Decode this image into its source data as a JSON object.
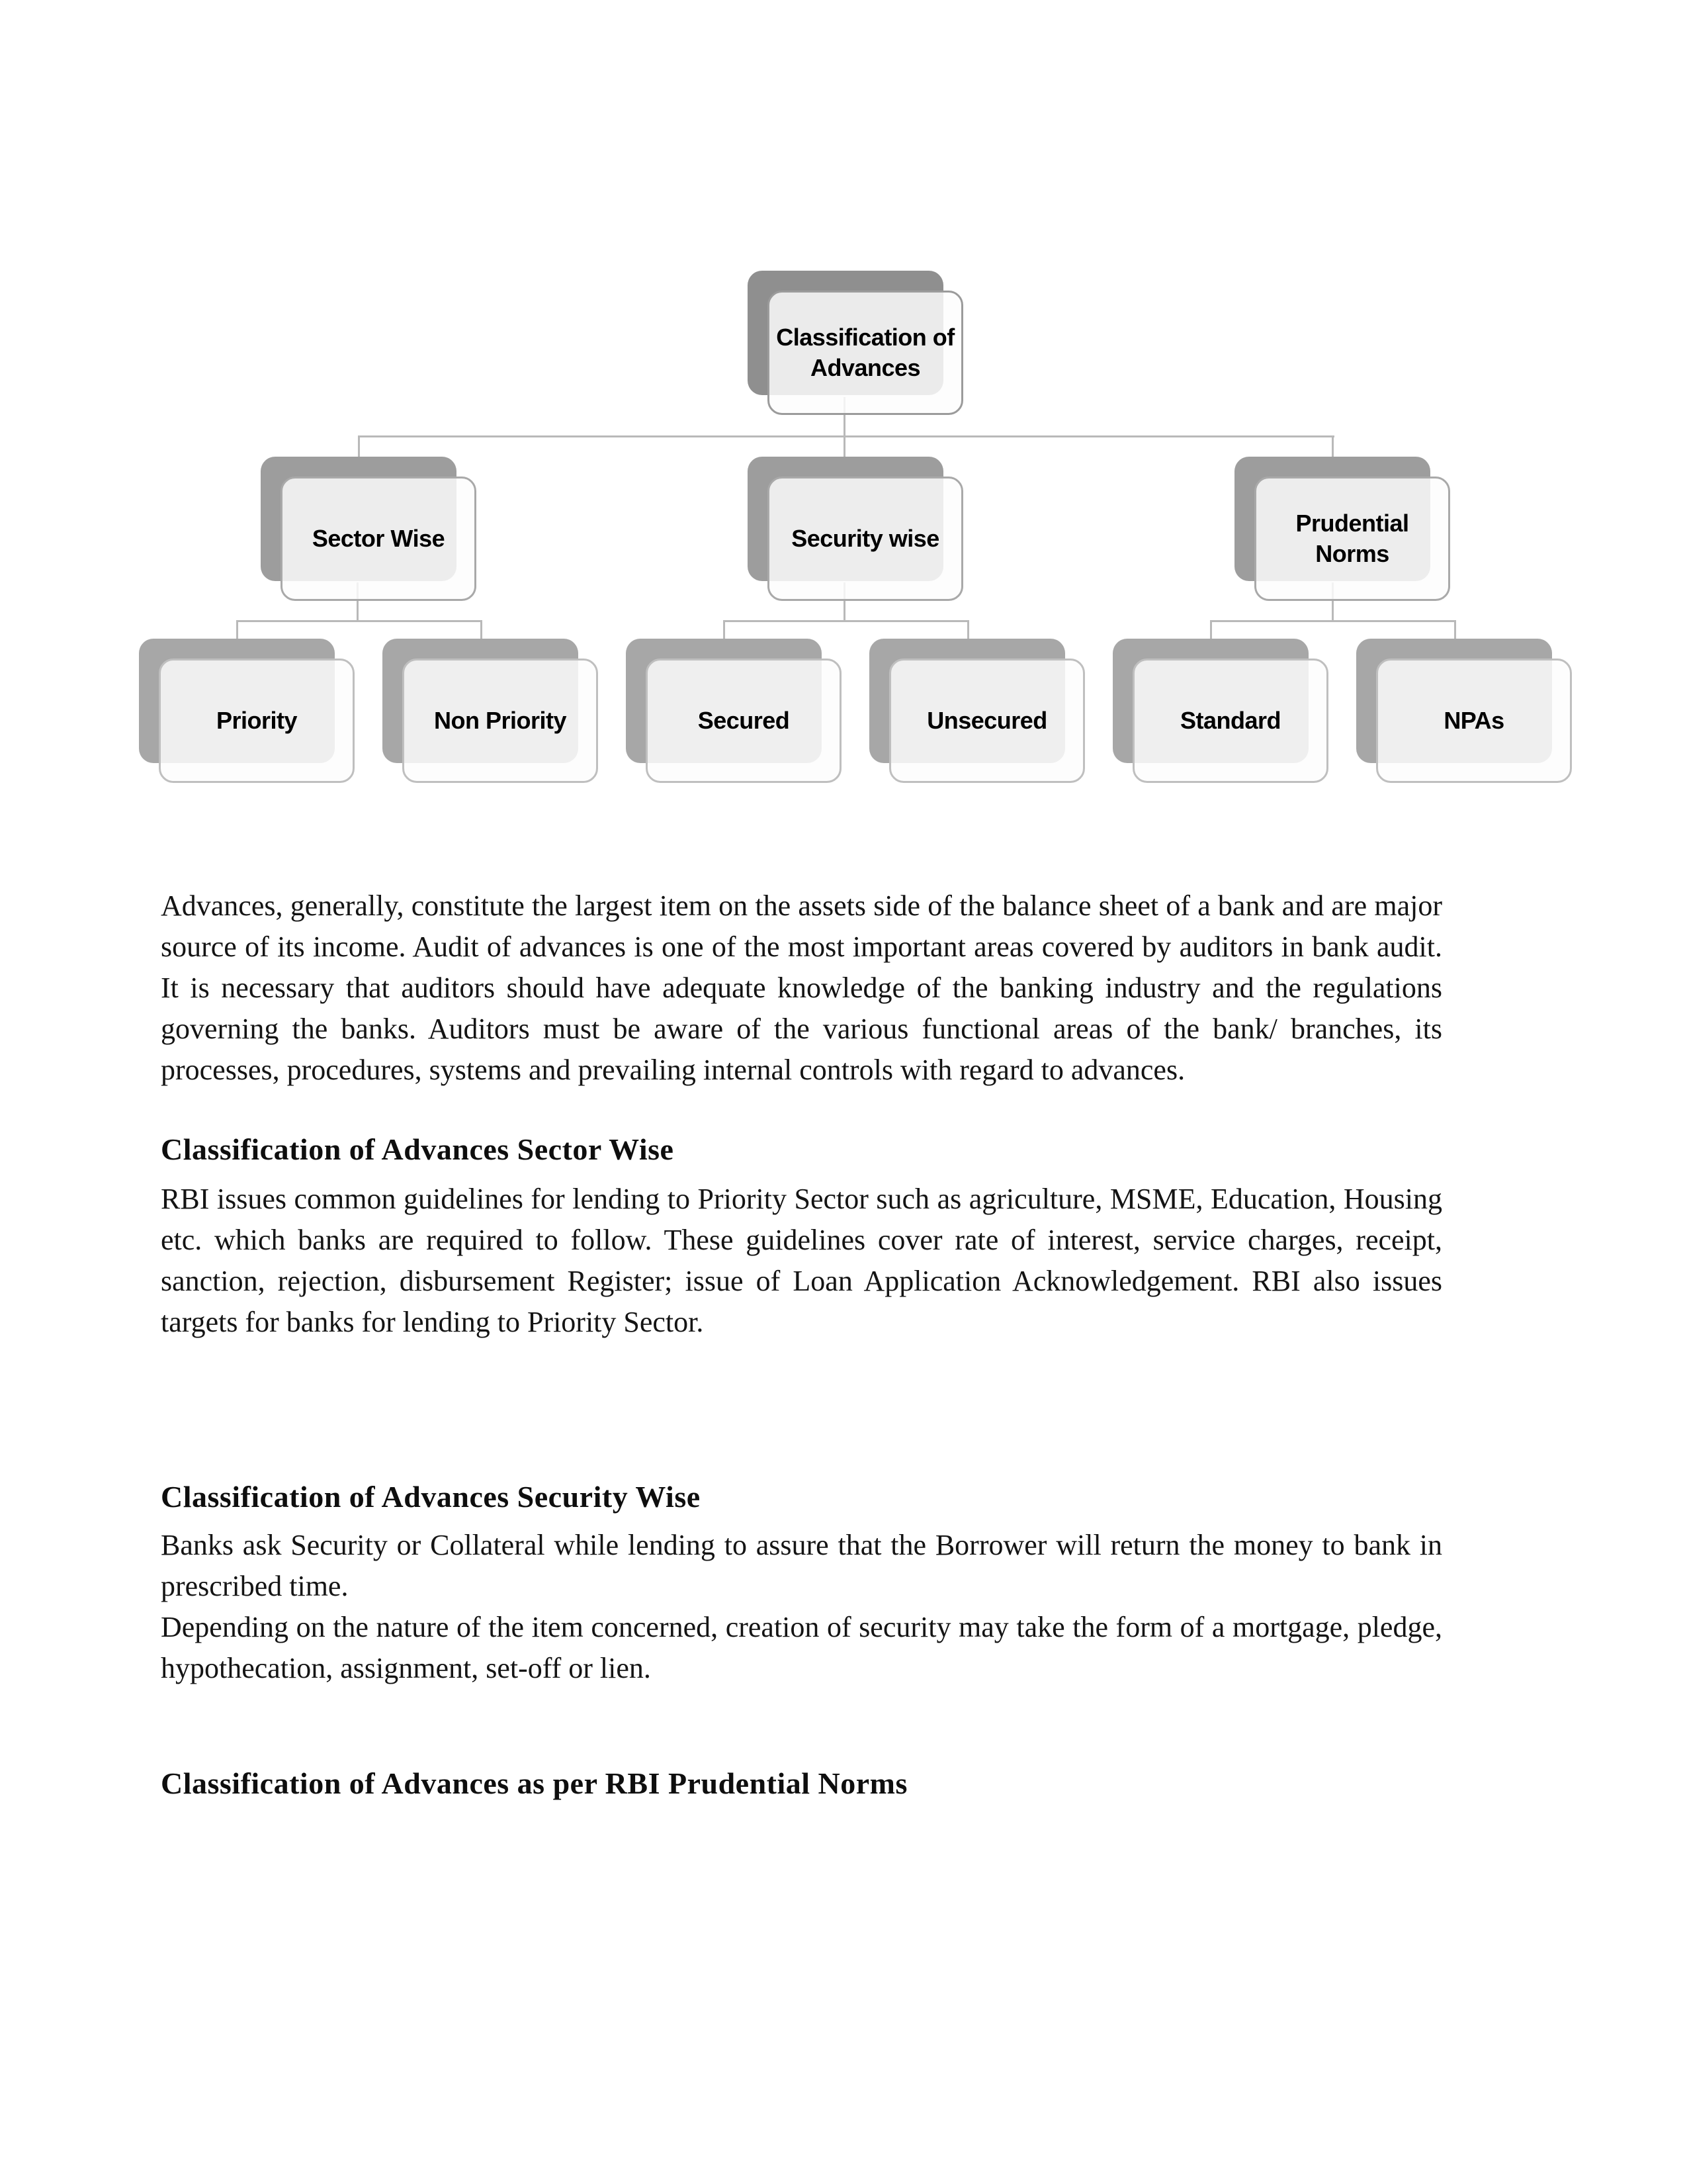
{
  "diagram": {
    "nodes": {
      "root": {
        "label": "Classification of Advances",
        "children": [
          "sector",
          "security",
          "prudential"
        ]
      },
      "sector": {
        "label": "Sector Wise",
        "children": [
          "priority",
          "non_priority"
        ]
      },
      "security": {
        "label": "Security wise",
        "children": [
          "secured",
          "unsecured"
        ]
      },
      "prudential": {
        "label": "Prudential Norms",
        "children": [
          "standard",
          "npas"
        ]
      },
      "priority": {
        "label": "Priority",
        "children": []
      },
      "non_priority": {
        "label": "Non Priority",
        "children": []
      },
      "secured": {
        "label": "Secured",
        "children": []
      },
      "unsecured": {
        "label": "Unsecured",
        "children": []
      },
      "standard": {
        "label": "Standard",
        "children": []
      },
      "npas": {
        "label": "NPAs",
        "children": []
      }
    },
    "colors": {
      "shadow_level1": "#8f8f8f",
      "shadow_level2": "#9d9d9d",
      "shadow_level3": "#a7a7a7",
      "connector": "#b9b9b9",
      "box_fill": "#f5f5f5",
      "label_text": "#000000"
    }
  },
  "sections": {
    "intro": "Advances, generally, constitute the largest item on the assets side of the balance sheet of a bank and are major source of its income. Audit of advances is one of the most important areas covered by auditors in bank audit. It is necessary that auditors should have adequate knowledge of the banking industry and the regulations governing the banks. Auditors must be aware of the various functional areas of the bank/ branches, its processes, procedures, systems and prevailing internal controls with regard to advances.",
    "sector_wise": {
      "heading": "Classification of Advances Sector Wise",
      "body": "RBI issues common guidelines for lending to Priority Sector such as agriculture, MSME, Education, Housing etc. which banks are required to follow. These guidelines cover rate of interest, service charges, receipt, sanction, rejection, disbursement Register; issue of Loan Application Acknowledgement. RBI also issues targets for banks for lending to Priority Sector."
    },
    "security_wise": {
      "heading": "Classification of Advances Security Wise",
      "paragraph1": "Banks ask Security or Collateral while lending to assure that the Borrower will return the money to bank in prescribed time.",
      "paragraph2": "Depending on the nature of the item concerned, creation of security may take the form of a mortgage, pledge, hypothecation, assignment, set-off or lien."
    },
    "prudential_norms": {
      "heading": "Classification of Advances as per RBI Prudential Norms"
    }
  }
}
